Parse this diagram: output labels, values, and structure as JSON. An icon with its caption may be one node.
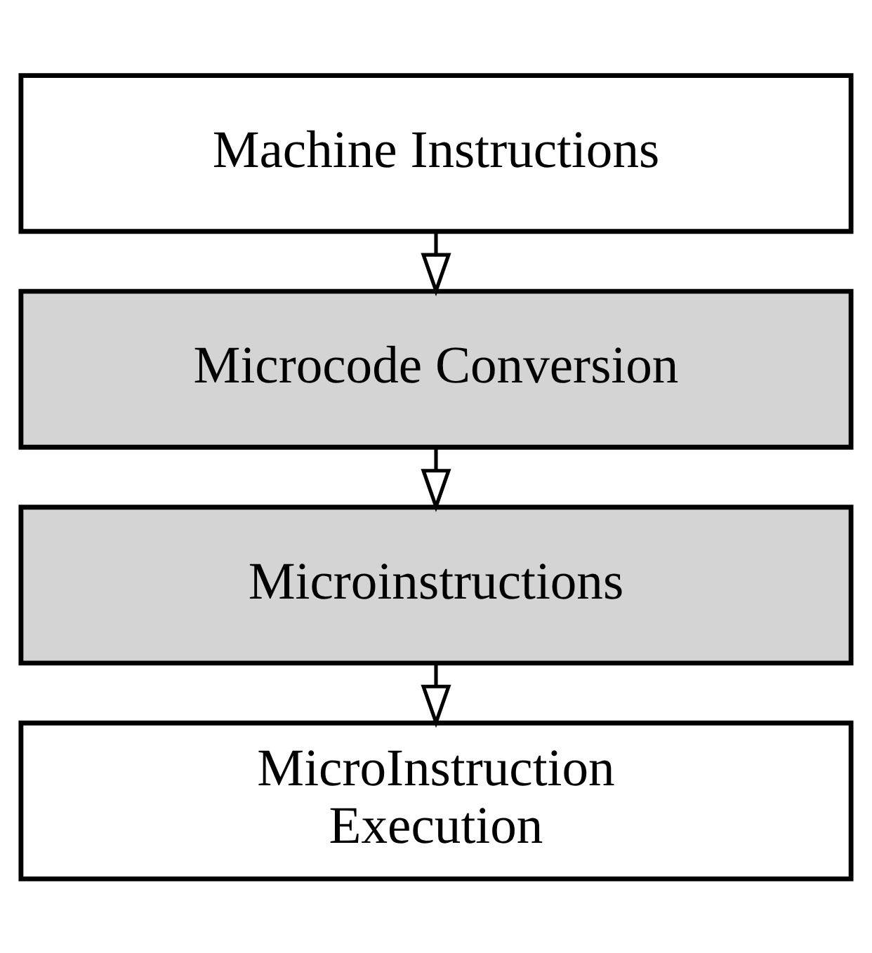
{
  "diagram": {
    "nodes": [
      {
        "text": [
          "Machine Instructions"
        ]
      },
      {
        "text": [
          "Microcode Conversion"
        ]
      },
      {
        "text": [
          "Microinstructions"
        ]
      },
      {
        "text": [
          "MicroInstruction Execution"
        ]
      }
    ],
    "edges": [
      {
        "from": 0,
        "to": 1,
        "arrow": "to"
      },
      {
        "from": 1,
        "to": 2,
        "arrow": "to"
      },
      {
        "from": 2,
        "to": 3,
        "arrow": "to"
      }
    ]
  }
}
